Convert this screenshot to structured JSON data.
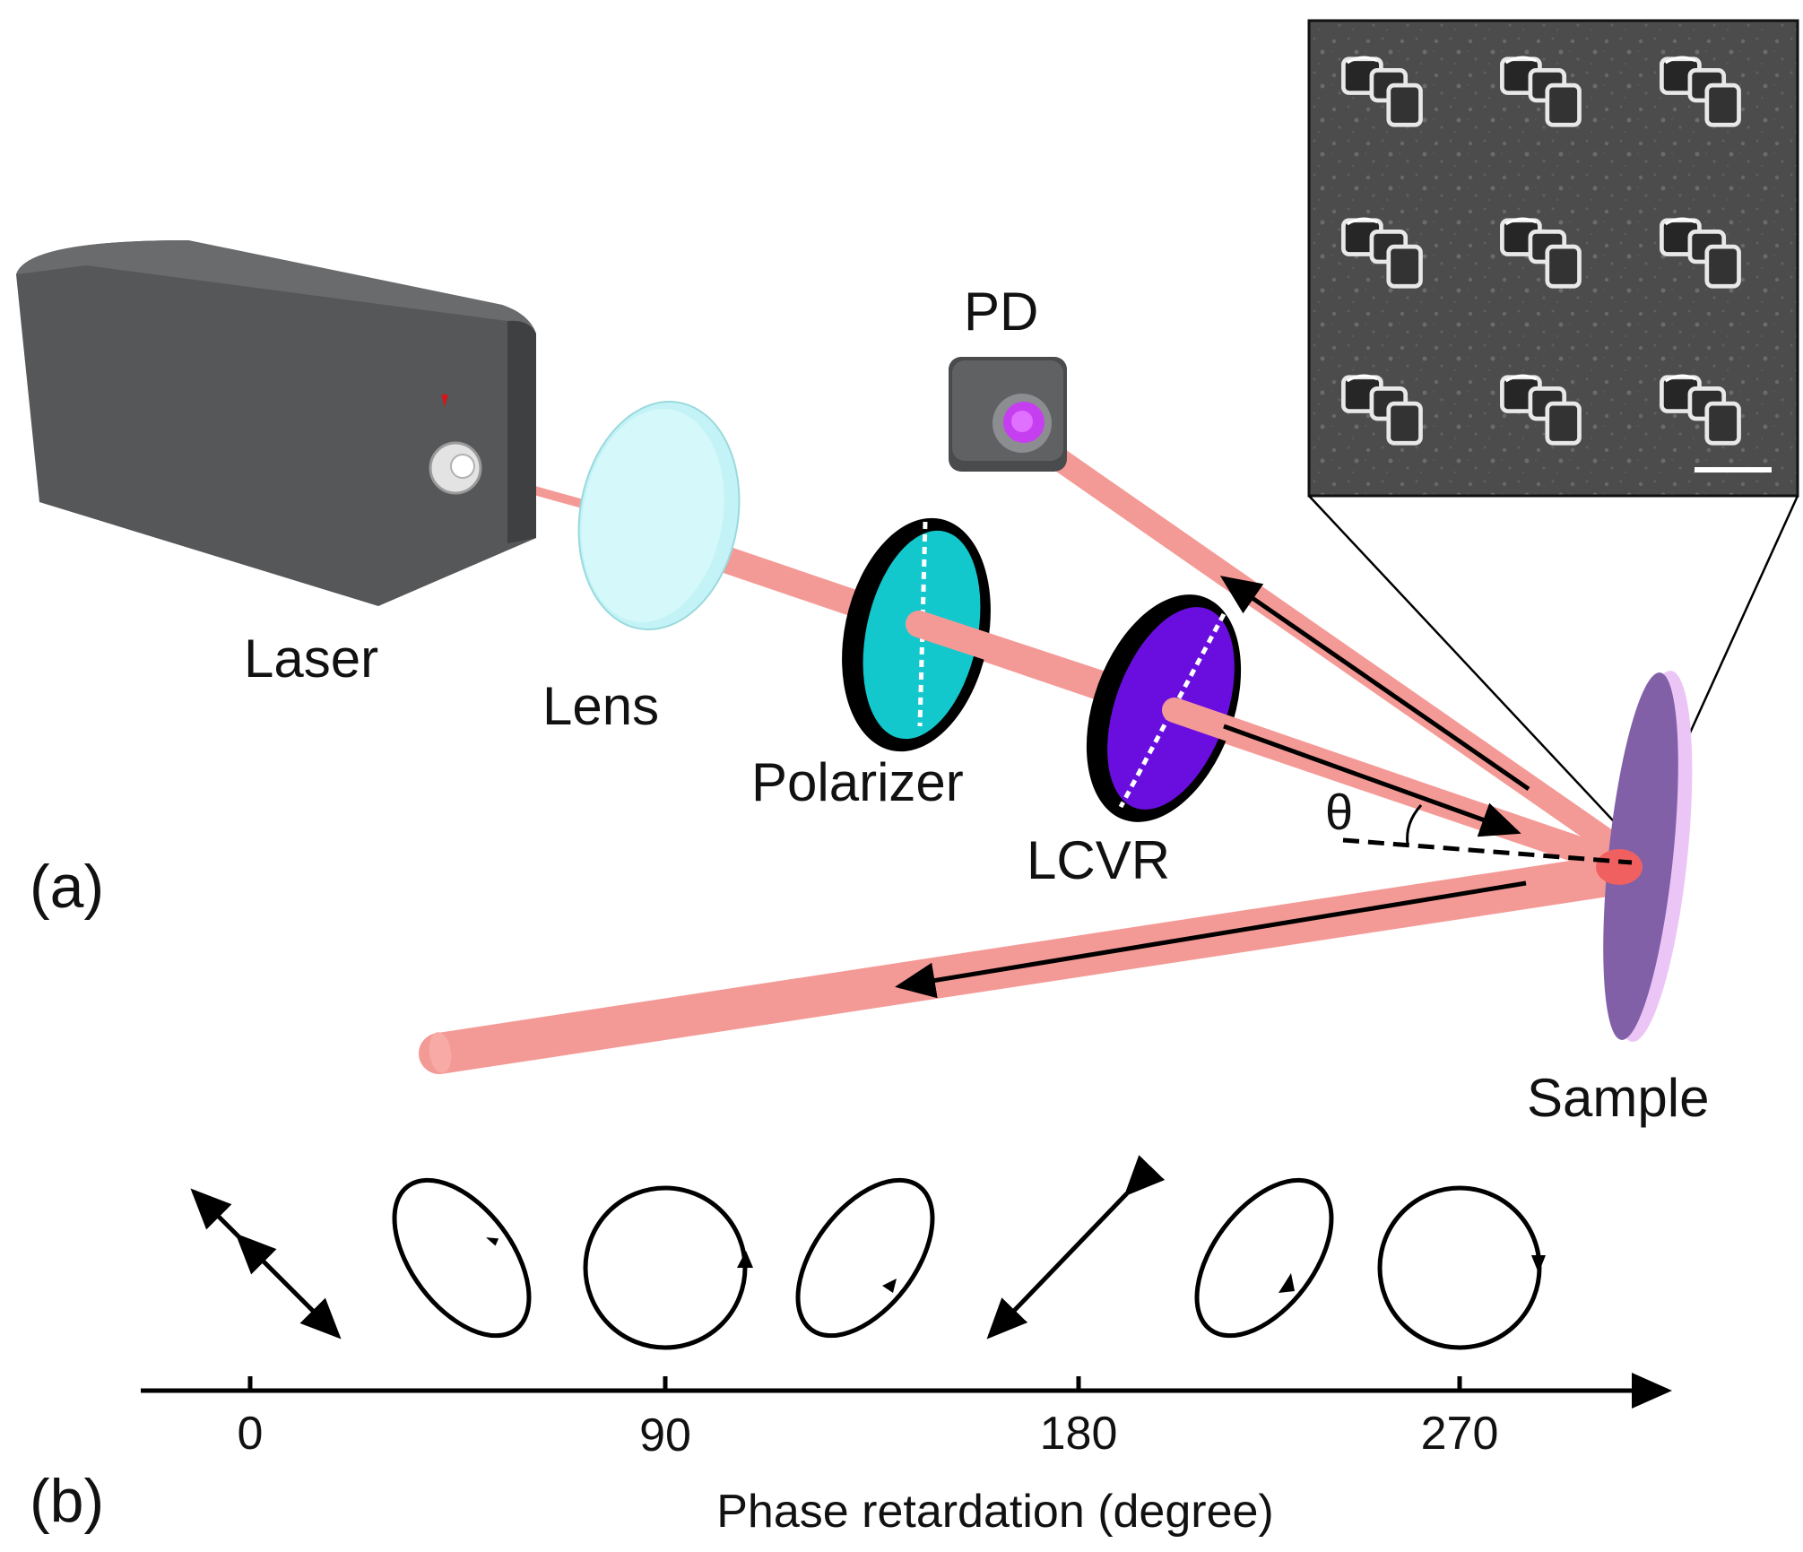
{
  "panel_a": {
    "label": "(a)",
    "components": {
      "laser": "Laser",
      "lens": "Lens",
      "polarizer": "Polarizer",
      "lcvr": "LCVR",
      "pd": "PD",
      "sample": "Sample"
    },
    "angle_symbol": "θ"
  },
  "panel_b": {
    "label": "(b)",
    "axis_label": "Phase retardation (degree)",
    "ticks": [
      "0",
      "90",
      "180",
      "270"
    ]
  },
  "colors": {
    "beam": "#f49a96",
    "lens": "#c3f3f6",
    "polarizer": "#13c8cc",
    "lcvr": "#6a0ee0",
    "pd_window": "#c53ef0",
    "sample": "#8160a8",
    "laser_body": "#58595b"
  }
}
